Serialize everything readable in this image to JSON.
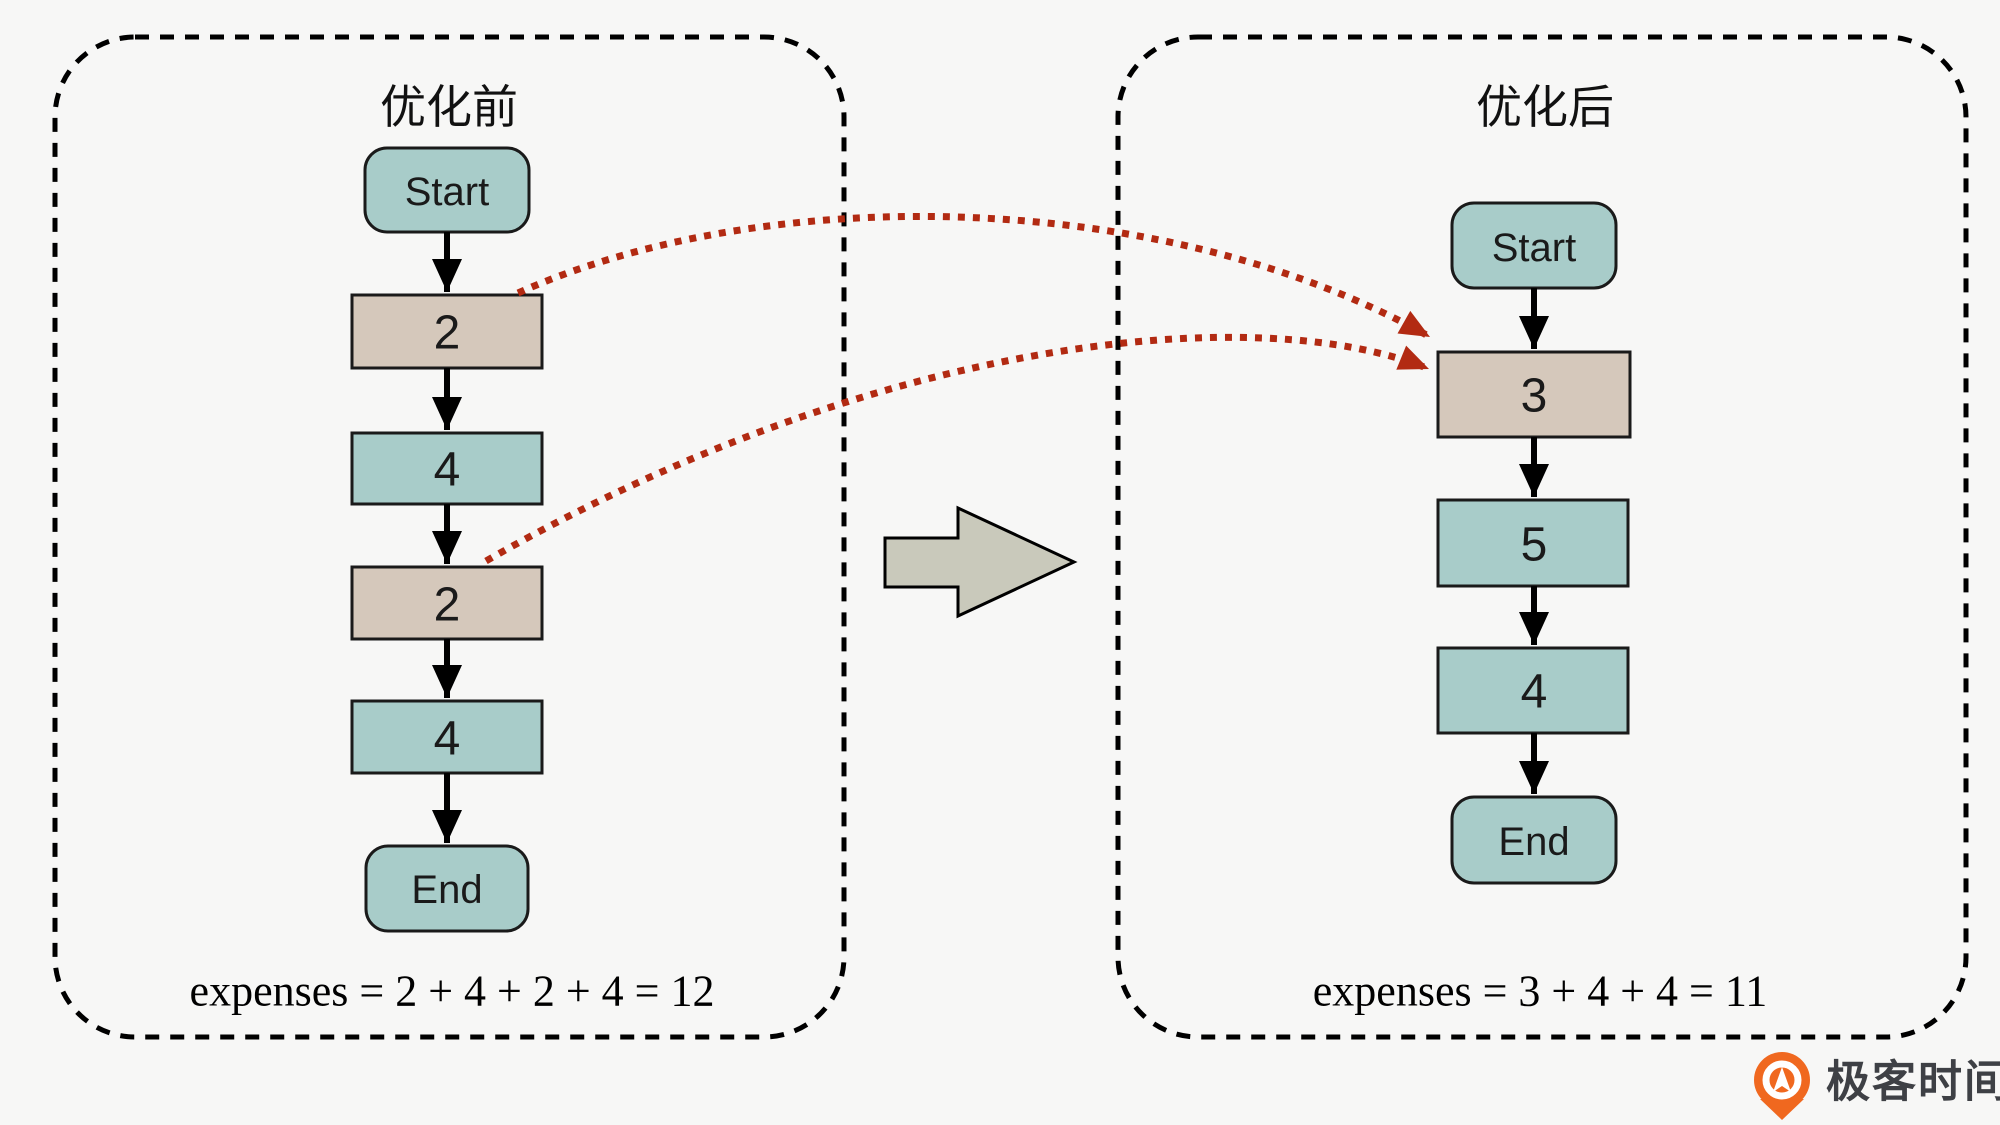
{
  "colors": {
    "background": "#f7f7f6",
    "node_teal": "#a8ccc9",
    "node_tan": "#d5c8bb",
    "node_border": "#1a1a1a",
    "flow_black": "#000000",
    "merge_red": "#b22a12",
    "block_arrow_fill": "#c9c9bb",
    "logo_orange": "#f0681f",
    "logo_text_gray": "#3e4045"
  },
  "panel_before": {
    "title": "优化前",
    "nodes": [
      {
        "label": "Start",
        "type": "terminal",
        "highlighted": false
      },
      {
        "label": "2",
        "type": "process",
        "highlighted": true
      },
      {
        "label": "4",
        "type": "process",
        "highlighted": false
      },
      {
        "label": "2",
        "type": "process",
        "highlighted": true
      },
      {
        "label": "4",
        "type": "process",
        "highlighted": false
      },
      {
        "label": "End",
        "type": "terminal",
        "highlighted": false
      }
    ],
    "expenses": "expenses = 2 + 4 + 2 + 4 = 12"
  },
  "panel_after": {
    "title": "优化后",
    "nodes": [
      {
        "label": "Start",
        "type": "terminal",
        "highlighted": false
      },
      {
        "label": "3",
        "type": "process",
        "highlighted": true
      },
      {
        "label": "5",
        "type": "process",
        "highlighted": false
      },
      {
        "label": "4",
        "type": "process",
        "highlighted": false
      },
      {
        "label": "End",
        "type": "terminal",
        "highlighted": false
      }
    ],
    "expenses": "expenses = 3 + 4 + 4 = 11"
  },
  "logo": {
    "text": "极客时间"
  }
}
